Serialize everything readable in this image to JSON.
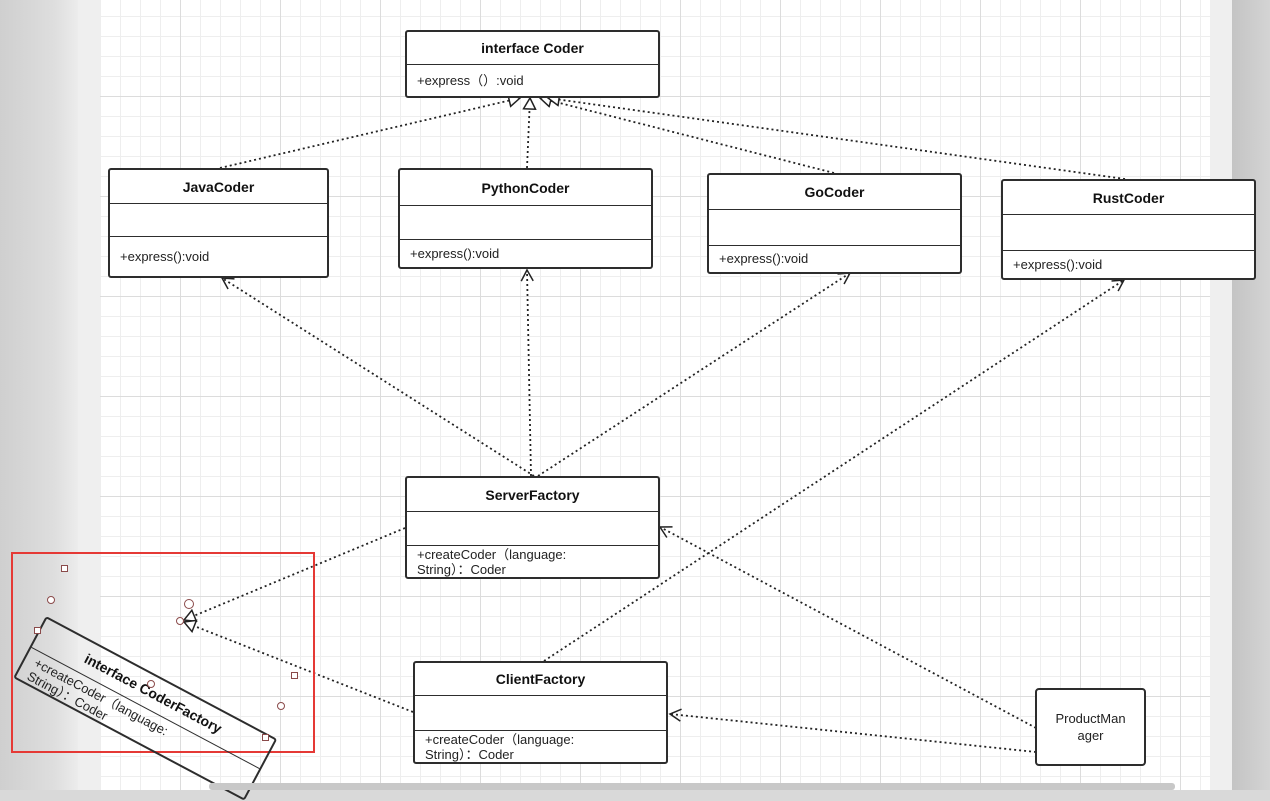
{
  "canvas": {
    "grid_color": "#dcdcdc",
    "background": "#ffffff",
    "selection_color": "#e53935"
  },
  "classes": {
    "coder": {
      "title": "interface Coder",
      "method": "+express（）:void"
    },
    "java": {
      "title": "JavaCoder",
      "method": "+express():void"
    },
    "python": {
      "title": "PythonCoder",
      "method": "+express():void"
    },
    "go": {
      "title": "GoCoder",
      "method": "+express():void"
    },
    "rust": {
      "title": "RustCoder",
      "method": "+express():void"
    },
    "server_factory": {
      "title": "ServerFactory",
      "method_line1": "+createCoder（language:",
      "method_line2": "String）：Coder"
    },
    "client_factory": {
      "title": "ClientFactory",
      "method_line1": "+createCoder（language:",
      "method_line2": "String）：Coder"
    },
    "coder_factory": {
      "title": "interface CoderFactory",
      "method_line1": "+createCoder（language:",
      "method_line2": "String）：Coder"
    }
  },
  "product_manager": {
    "label_line1": "ProductMan",
    "label_line2": "ager"
  },
  "relations": [
    {
      "from": "JavaCoder",
      "to": "interface Coder",
      "type": "realization"
    },
    {
      "from": "PythonCoder",
      "to": "interface Coder",
      "type": "realization"
    },
    {
      "from": "GoCoder",
      "to": "interface Coder",
      "type": "realization"
    },
    {
      "from": "RustCoder",
      "to": "interface Coder",
      "type": "realization"
    },
    {
      "from": "ServerFactory",
      "to": "JavaCoder",
      "type": "dependency"
    },
    {
      "from": "ServerFactory",
      "to": "PythonCoder",
      "type": "dependency"
    },
    {
      "from": "ServerFactory",
      "to": "GoCoder",
      "type": "dependency"
    },
    {
      "from": "ClientFactory",
      "to": "RustCoder",
      "type": "dependency"
    },
    {
      "from": "ServerFactory",
      "to": "interface CoderFactory",
      "type": "realization"
    },
    {
      "from": "ClientFactory",
      "to": "interface CoderFactory",
      "type": "realization"
    },
    {
      "from": "ProductManager",
      "to": "ServerFactory",
      "type": "dependency"
    },
    {
      "from": "ProductManager",
      "to": "ClientFactory",
      "type": "dependency"
    }
  ]
}
